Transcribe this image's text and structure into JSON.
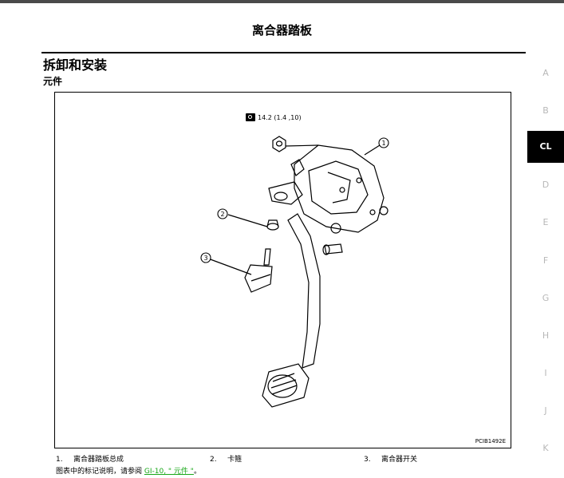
{
  "page": {
    "title": "离合器踏板",
    "section_title": "拆卸和安装",
    "sub_title": "元件"
  },
  "figure": {
    "torque_spec": "14.2 (1.4 ,10)",
    "code": "PCIB1492E",
    "callouts": [
      "1",
      "2",
      "3"
    ]
  },
  "legend": [
    {
      "num": "1.",
      "label": "离合器踏板总成"
    },
    {
      "num": "2.",
      "label": "卡箍"
    },
    {
      "num": "3.",
      "label": "离合器开关"
    }
  ],
  "note": {
    "prefix": "图表中的标记说明，请参阅 ",
    "link": "GI-10, \" 元件 \"",
    "suffix": "。"
  },
  "side_nav": {
    "items": [
      "A",
      "B",
      "CL",
      "D",
      "E",
      "F",
      "G",
      "H",
      "I",
      "J",
      "K"
    ],
    "active": "CL"
  }
}
